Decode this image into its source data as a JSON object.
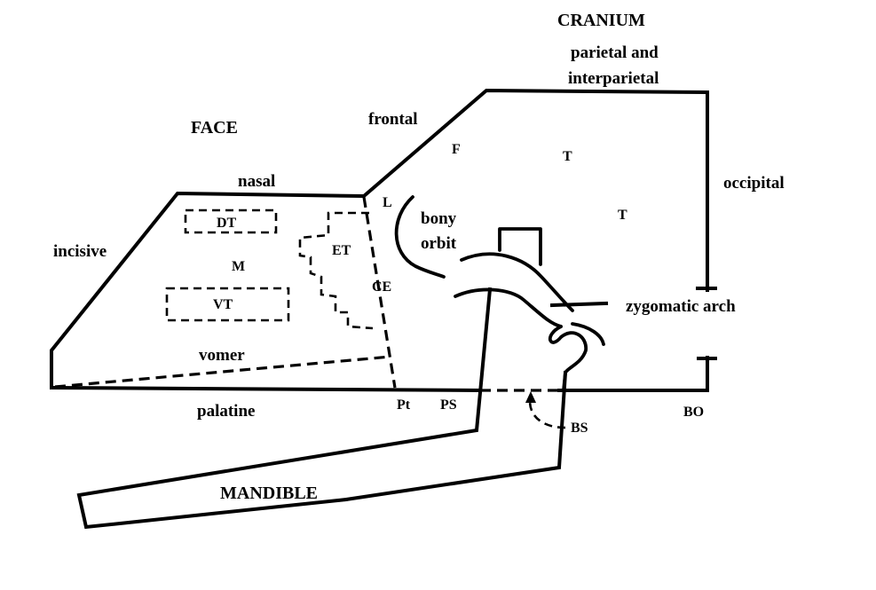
{
  "labels": {
    "cranium": "CRANIUM",
    "parietal_line1": "parietal and",
    "parietal_line2": "interparietal",
    "face": "FACE",
    "frontal": "frontal",
    "nasal": "nasal",
    "occipital": "occipital",
    "incisive": "incisive",
    "bony": "bony",
    "orbit": "orbit",
    "zygomatic_arch": "zygomatic arch",
    "vomer": "vomer",
    "palatine": "palatine",
    "mandible": "MANDIBLE",
    "F": "F",
    "T1": "T",
    "T2": "T",
    "L": "L",
    "DT": "DT",
    "M": "M",
    "ET": "ET",
    "CE": "CE",
    "VT": "VT",
    "Pt": "Pt",
    "PS": "PS",
    "BS": "BS",
    "BO": "BO"
  }
}
